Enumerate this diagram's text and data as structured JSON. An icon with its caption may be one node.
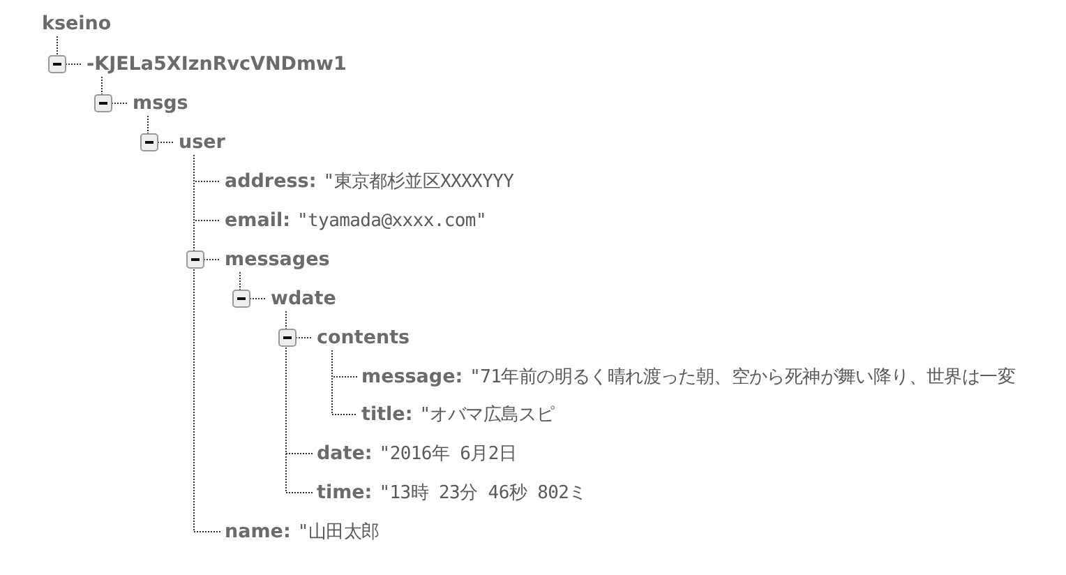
{
  "diagram": {
    "nodes": [
      {
        "text": [
          "kseino"
        ]
      },
      {
        "text": [
          "-KJELa5XIznRvcVNDmw1"
        ]
      },
      {
        "text": [
          "msgs"
        ]
      },
      {
        "text": [
          "user"
        ]
      },
      {
        "text": [
          "address:",
          "\"東京都杉並区XXXXYYY"
        ]
      },
      {
        "text": [
          "email:",
          "\"tyamada@xxxx.com\""
        ]
      },
      {
        "text": [
          "messages"
        ]
      },
      {
        "text": [
          "wdate"
        ]
      },
      {
        "text": [
          "contents"
        ]
      },
      {
        "text": [
          "message:",
          "\"71年前の明るく晴れ渡った朝、空から死神が舞い降り、世界は一変"
        ]
      },
      {
        "text": [
          "title:",
          "\"オバマ広島スピ"
        ]
      },
      {
        "text": [
          "date:",
          "\"2016年 6月2日"
        ]
      },
      {
        "text": [
          "time:",
          "\"13時 23分 46秒 802ミ"
        ]
      },
      {
        "text": [
          "name:",
          "\"山田太郎"
        ]
      }
    ],
    "edges": [
      {
        "from": 0,
        "to": 1,
        "arrow": "none",
        "style": "dashed"
      },
      {
        "from": 1,
        "to": 2,
        "arrow": "none",
        "style": "dashed"
      },
      {
        "from": 2,
        "to": 3,
        "arrow": "none",
        "style": "dashed"
      },
      {
        "from": 3,
        "to": 4,
        "arrow": "none",
        "style": "dashed"
      },
      {
        "from": 3,
        "to": 5,
        "arrow": "none",
        "style": "dashed"
      },
      {
        "from": 3,
        "to": 6,
        "arrow": "none",
        "style": "dashed"
      },
      {
        "from": 6,
        "to": 7,
        "arrow": "none",
        "style": "dashed"
      },
      {
        "from": 7,
        "to": 8,
        "arrow": "none",
        "style": "dashed"
      },
      {
        "from": 8,
        "to": 9,
        "arrow": "none",
        "style": "dashed"
      },
      {
        "from": 8,
        "to": 10,
        "arrow": "none",
        "style": "dashed"
      },
      {
        "from": 7,
        "to": 11,
        "arrow": "none",
        "style": "dashed"
      },
      {
        "from": 7,
        "to": 12,
        "arrow": "none",
        "style": "dashed"
      },
      {
        "from": 3,
        "to": 13,
        "arrow": "none",
        "style": "dashed"
      }
    ]
  }
}
